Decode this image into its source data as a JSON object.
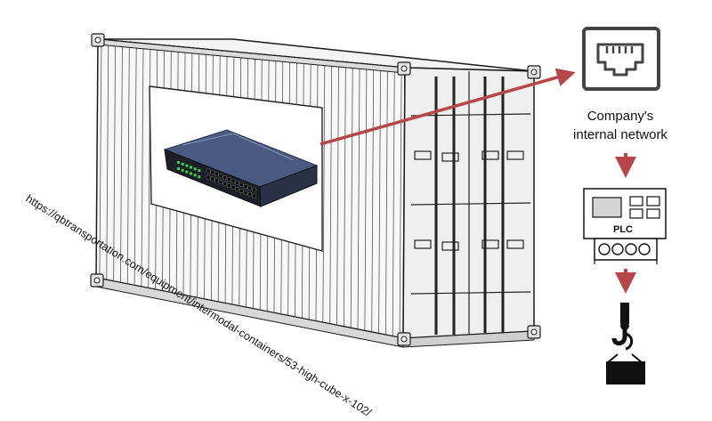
{
  "network": {
    "label_line1": "Company's",
    "label_line2": "internal network"
  },
  "plc": {
    "label": "PLC"
  },
  "container": {
    "source_url": "https://qbtransportation.com/equipment/intermodal-containers/53-high-cube-x-102/"
  },
  "colors": {
    "arrow": "#b5474a",
    "line": "#1a1a1a",
    "switch_body": "#3f4f73",
    "switch_led": "#37d24a"
  },
  "icons": {
    "network": "ethernet-port-icon",
    "controller": "plc-icon",
    "load": "crane-hook-icon",
    "device": "network-switch-icon"
  }
}
